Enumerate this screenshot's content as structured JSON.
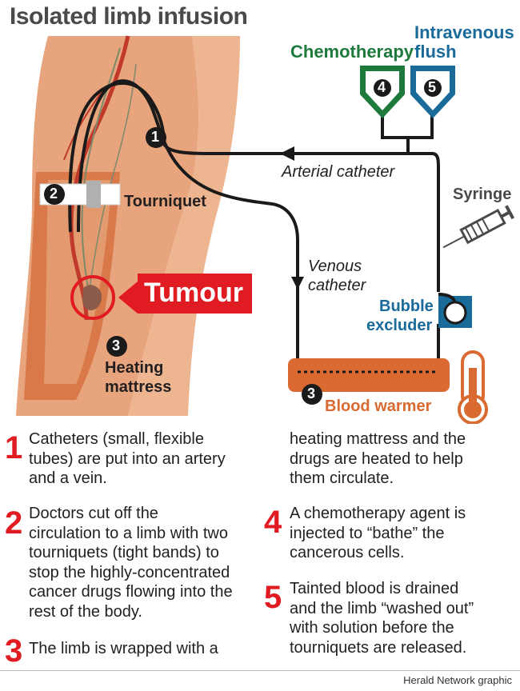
{
  "title": "Isolated limb infusion",
  "labels": {
    "chemotherapy": "Chemotherapy",
    "intravenous": "Intravenous",
    "flush": "flush",
    "arterial_catheter": "Arterial catheter",
    "syringe": "Syringe",
    "tourniquet": "Tourniquet",
    "venous": "Venous",
    "catheter": "catheter",
    "tumour": "Tumour",
    "bubble": "Bubble",
    "excluder": "excluder",
    "heating": "Heating",
    "mattress": "mattress",
    "blood_warmer": "Blood warmer"
  },
  "markers": {
    "m1": "1",
    "m2": "2",
    "m3a": "3",
    "m3b": "3",
    "m4": "4",
    "m5": "5"
  },
  "steps": [
    {
      "num": "1",
      "lines": [
        "Catheters (small, flexible",
        "tubes) are put into an artery",
        "and a vein."
      ]
    },
    {
      "num": "2",
      "lines": [
        "Doctors cut off the",
        "circulation to a limb with two",
        "tourniquets (tight bands) to",
        "stop the highly-concentrated",
        "cancer drugs flowing into the",
        "rest of the body."
      ]
    },
    {
      "num": "3",
      "lines": [
        "The limb is wrapped with a"
      ]
    },
    {
      "num": "",
      "lines": [
        "heating mattress and the",
        "drugs are heated to help",
        "them circulate."
      ]
    },
    {
      "num": "4",
      "lines": [
        "A chemotherapy agent is",
        "injected to “bathe” the",
        "cancerous cells."
      ]
    },
    {
      "num": "5",
      "lines": [
        "Tainted blood is drained",
        "and the limb “washed out”",
        "with solution before the",
        "tourniquets are released."
      ]
    }
  ],
  "credit": "Herald Network graphic",
  "colors": {
    "skin": "#e8a47c",
    "skin_inner": "#d9794a",
    "red": "#e01b22",
    "green": "#1e7a3c",
    "blue": "#1a6a9a",
    "orange": "#d96a32",
    "tube": "#1a1a1a"
  }
}
